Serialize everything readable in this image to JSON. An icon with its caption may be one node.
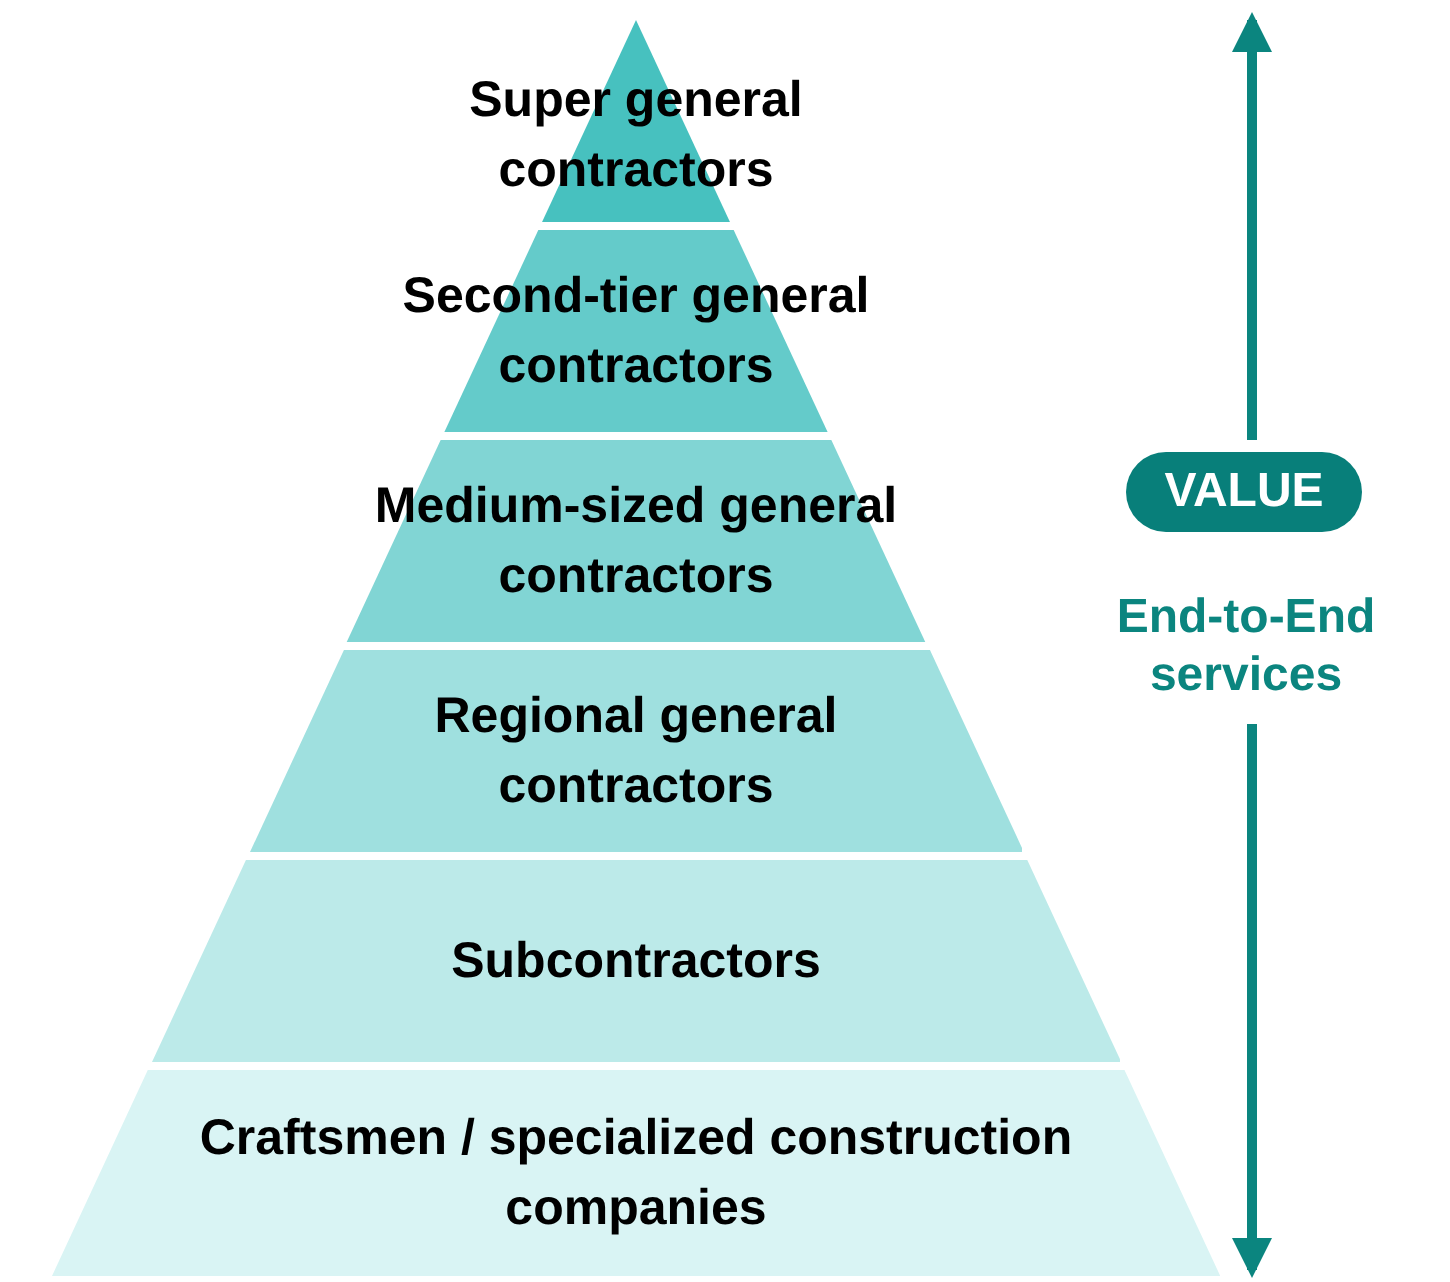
{
  "diagram": {
    "nodes": [
      {
        "text": [
          "Super general contractors"
        ]
      },
      {
        "text": [
          "Second-tier general contractors"
        ]
      },
      {
        "text": [
          "Medium-sized general contractors"
        ]
      },
      {
        "text": [
          "Regional general contractors"
        ]
      },
      {
        "text": [
          "Subcontractors"
        ]
      },
      {
        "text": [
          "Craftsmen / specialized construction companies"
        ]
      },
      {
        "text": [
          "VALUE"
        ]
      }
    ],
    "labels": [
      "End-to-End services"
    ]
  }
}
